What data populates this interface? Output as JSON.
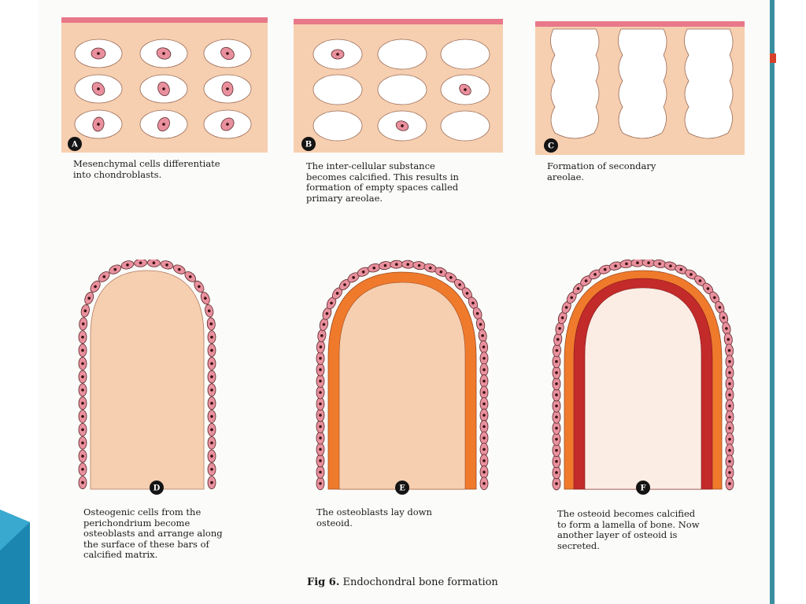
{
  "figure": {
    "label": "Fig 6.",
    "title": "Endochondral bone formation"
  },
  "panels": [
    {
      "letter": "A",
      "caption": "Mesenchymal cells differentiate\ninto chondroblasts."
    },
    {
      "letter": "B",
      "caption": "The inter-cellular substance\nbecomes calcified. This results in\nformation of empty spaces called\nprimary areolae."
    },
    {
      "letter": "C",
      "caption": "Formation of secondary\nareolae."
    },
    {
      "letter": "D",
      "caption": "Osteogenic cells from the\nperichondrium become\nosteoblasts and arrange along\nthe surface of these bars of\ncalcified matrix."
    },
    {
      "letter": "E",
      "caption": "The osteoblasts lay down\nosteoid."
    },
    {
      "letter": "F",
      "caption": "The osteoid becomes calcified\nto form a lamella of bone. Now\nanother layer of osteoid is\nsecreted."
    }
  ],
  "colors": {
    "matrix": "#f6cfb0",
    "perichondrium_band": "#e8788a",
    "cell": "#e9909e",
    "osteoid": "#f07a2c",
    "bone_lamella": "#c32a2a",
    "slide_accent": "#1f90b8"
  }
}
